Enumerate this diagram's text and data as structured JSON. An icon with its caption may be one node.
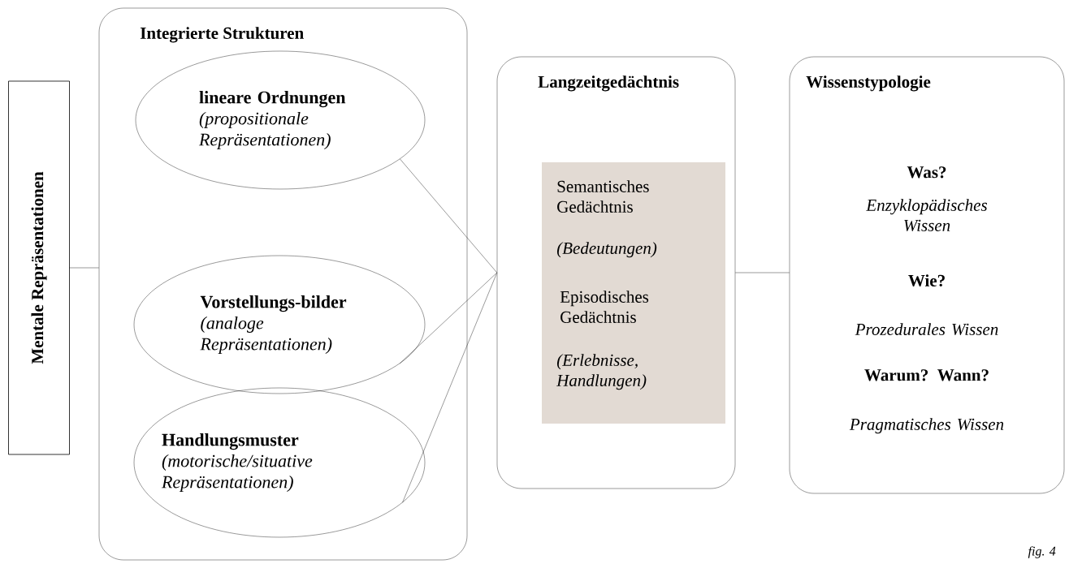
{
  "diagram": {
    "caption": "fig. 4",
    "nodes": [
      {
        "text": [
          "Mentale Repräsentationen"
        ]
      },
      {
        "text": [
          "Integrierte  Strukturen"
        ]
      },
      {
        "text": [
          "lineare Ordnungen",
          "(propositionale Repräsentationen)"
        ],
        "in": 1
      },
      {
        "text": [
          "Vorstellungs-bilder",
          "(analoge Repräsentationen)"
        ],
        "in": 1
      },
      {
        "text": [
          "Handlungsmuster",
          "(motorische/situative Repräsentationen)"
        ],
        "in": 1
      },
      {
        "text": [
          "Langzeitgedächtnis"
        ]
      },
      {
        "text": [
          "Semantisches Gedächtnis",
          "(Bedeutungen)",
          "Episodisches Gedächtnis",
          "(Erlebnisse, Handlungen)"
        ],
        "in": 5
      },
      {
        "text": [
          "Wissenstypologie",
          "Was?",
          "Enzyklopädisches Wissen",
          "Wie?",
          "Prozedurales Wissen",
          "Warum? Wann?",
          "Pragmatisches Wissen"
        ]
      }
    ],
    "edges": [
      {
        "from": 0,
        "to": 1,
        "arrow": "none"
      },
      {
        "from": 2,
        "to": 5,
        "arrow": "none"
      },
      {
        "from": 3,
        "to": 5,
        "arrow": "none"
      },
      {
        "from": 4,
        "to": 5,
        "arrow": "none"
      },
      {
        "from": 5,
        "to": 7,
        "arrow": "none"
      }
    ]
  }
}
